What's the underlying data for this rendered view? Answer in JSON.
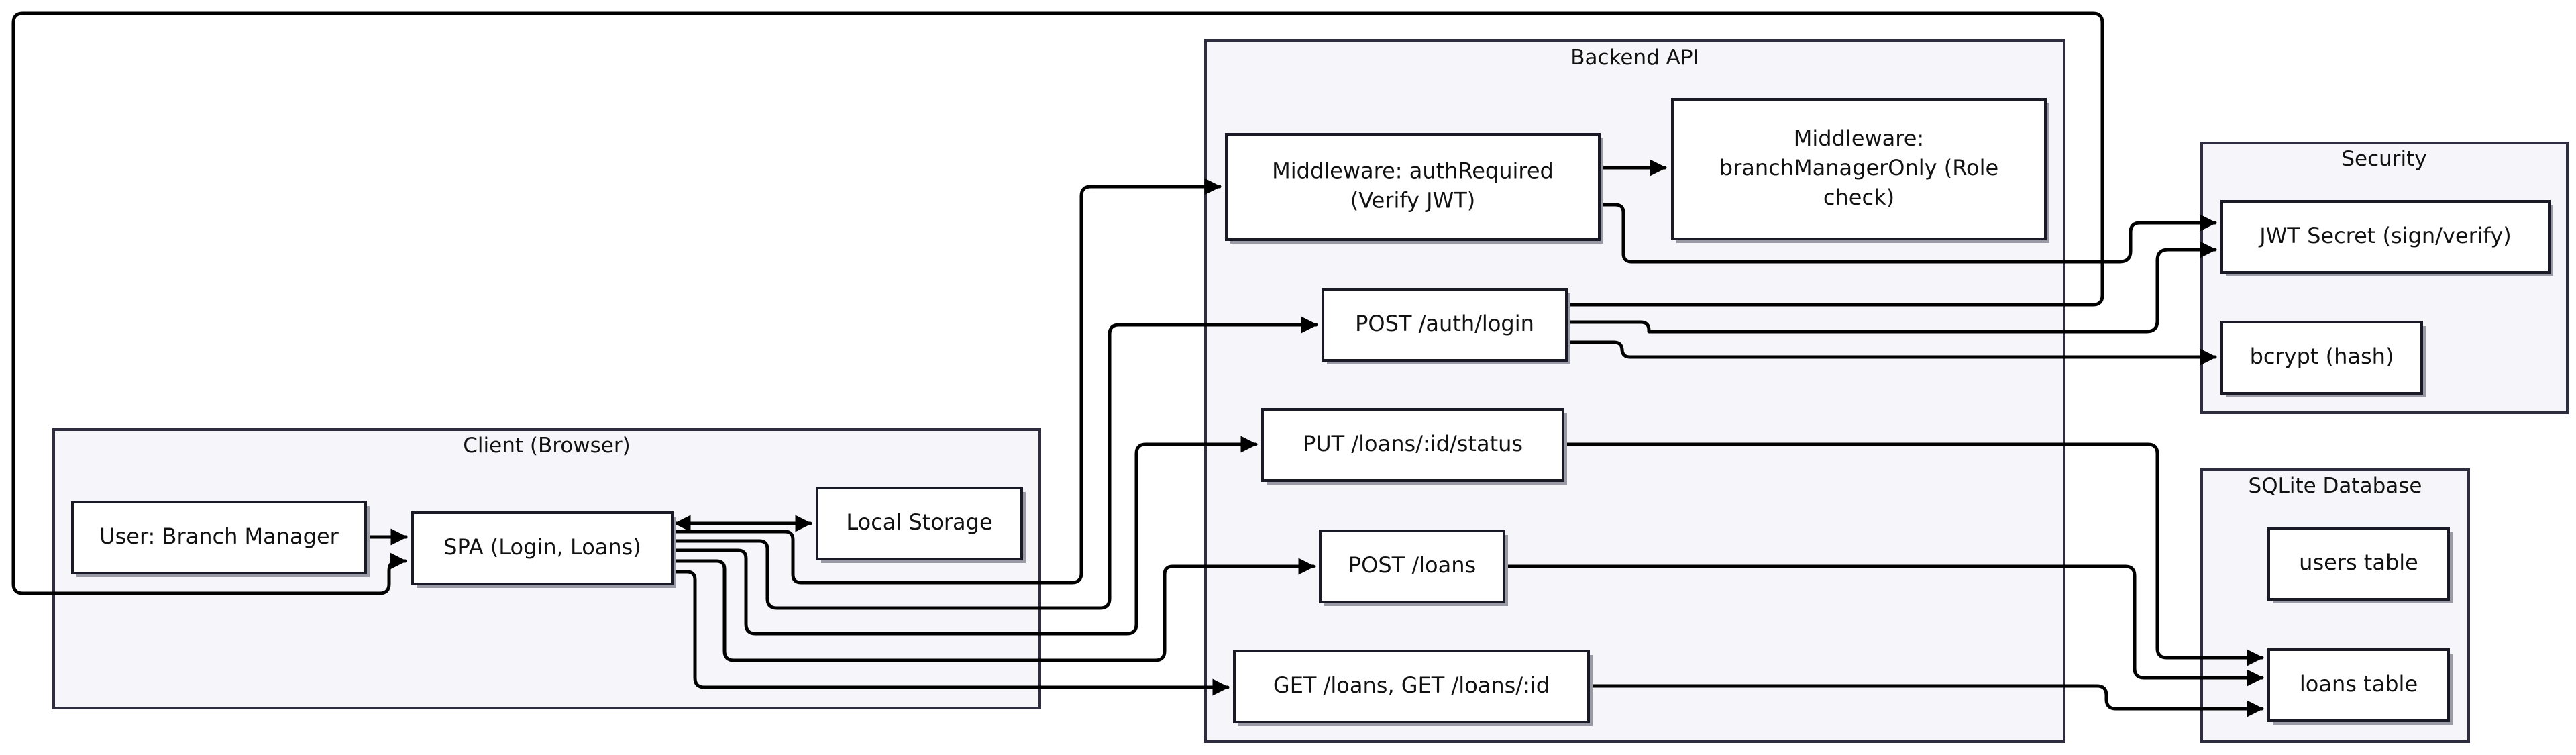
{
  "groups": {
    "client": {
      "title": "Client (Browser)"
    },
    "backend": {
      "title": "Backend API"
    },
    "security": {
      "title": "Security"
    },
    "sqlite": {
      "title": "SQLite Database"
    }
  },
  "nodes": {
    "user": {
      "lines": [
        "User: Branch Manager"
      ]
    },
    "spa": {
      "lines": [
        "SPA (Login, Loans)"
      ]
    },
    "local_storage": {
      "lines": [
        "Local Storage"
      ]
    },
    "auth_required": {
      "lines": [
        "Middleware: authRequired",
        "(Verify JWT)"
      ]
    },
    "branch_manager_only": {
      "lines": [
        "Middleware:",
        "branchManagerOnly (Role",
        "check)"
      ]
    },
    "post_auth_login": {
      "lines": [
        "POST /auth/login"
      ]
    },
    "put_loans_status": {
      "lines": [
        "PUT /loans/:id/status"
      ]
    },
    "post_loans": {
      "lines": [
        "POST /loans"
      ]
    },
    "get_loans": {
      "lines": [
        "GET /loans, GET /loans/:id"
      ]
    },
    "jwt_secret": {
      "lines": [
        "JWT Secret (sign/verify)"
      ]
    },
    "bcrypt": {
      "lines": [
        "bcrypt (hash)"
      ]
    },
    "users_table": {
      "lines": [
        "users table"
      ]
    },
    "loans_table": {
      "lines": [
        "loans table"
      ]
    }
  },
  "edges": [
    {
      "from": "user",
      "to": "spa"
    },
    {
      "from": "spa",
      "to": "local_storage",
      "bidirectional": true
    },
    {
      "from": "spa",
      "to": "auth_required"
    },
    {
      "from": "spa",
      "to": "post_auth_login"
    },
    {
      "from": "spa",
      "to": "put_loans_status"
    },
    {
      "from": "spa",
      "to": "post_loans"
    },
    {
      "from": "spa",
      "to": "get_loans"
    },
    {
      "from": "auth_required",
      "to": "branch_manager_only"
    },
    {
      "from": "auth_required",
      "to": "jwt_secret"
    },
    {
      "from": "post_auth_login",
      "to": "jwt_secret"
    },
    {
      "from": "post_auth_login",
      "to": "bcrypt"
    },
    {
      "from": "post_auth_login",
      "to": "spa"
    },
    {
      "from": "put_loans_status",
      "to": "loans_table"
    },
    {
      "from": "post_loans",
      "to": "loans_table"
    },
    {
      "from": "get_loans",
      "to": "loans_table"
    }
  ],
  "colors": {
    "background": "#ffffff",
    "group_fill": "#f6f6fa",
    "group_stroke": "#2d2d3f",
    "node_fill": "#ffffff",
    "node_stroke": "#1a1a26",
    "edge": "#000000"
  }
}
